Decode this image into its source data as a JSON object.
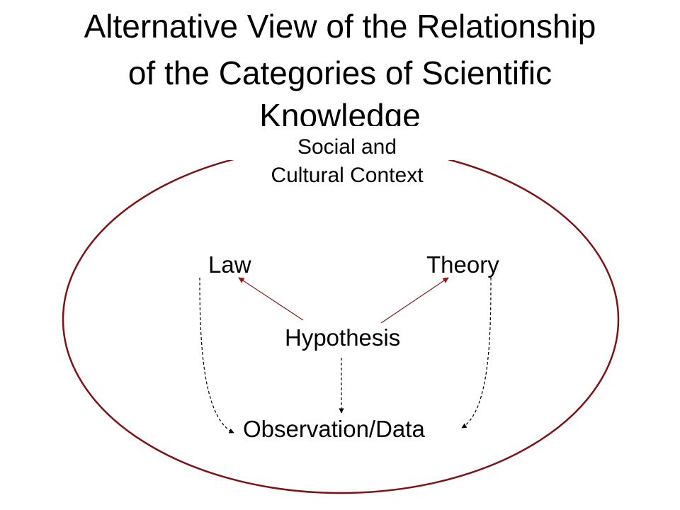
{
  "title": {
    "line1": "Alternative View of the Relationship",
    "line2": "of the Categories of Scientific",
    "line3": "Knowledge"
  },
  "context": {
    "line1": "Social and",
    "line2": "Cultural Context"
  },
  "nodes": {
    "law": "Law",
    "theory": "Theory",
    "hypothesis": "Hypothesis",
    "observation": "Observation/Data"
  },
  "colors": {
    "ellipse": "#7b1416",
    "solid_arrow": "#8b1a1a",
    "dashed_arrow": "#000000"
  }
}
